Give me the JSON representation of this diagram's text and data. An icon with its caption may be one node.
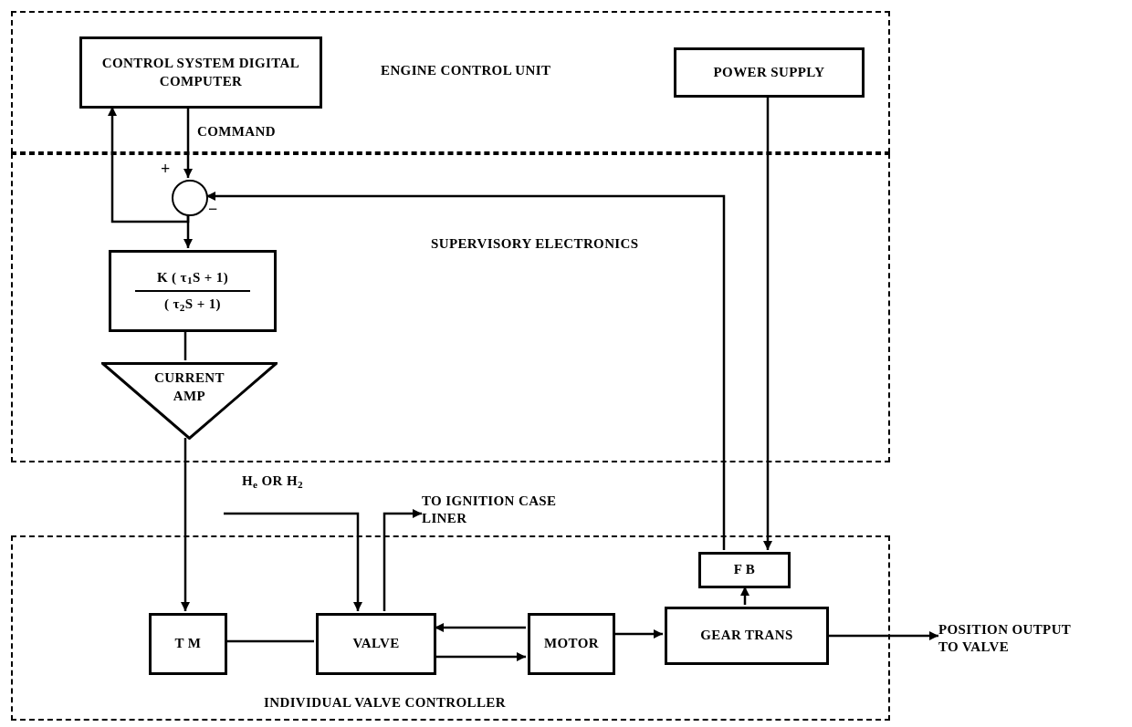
{
  "diagram": {
    "nodes": [
      {
        "text": [
          "ENGINE CONTROL UNIT"
        ]
      },
      {
        "text": [
          "SUPERVISORY ELECTRONICS"
        ]
      },
      {
        "text": [
          "INDIVIDUAL VALVE CONTROLLER"
        ]
      },
      {
        "text": [
          "CONTROL SYSTEM DIGITAL COMPUTER"
        ],
        "in": 0
      },
      {
        "text": [
          "POWER SUPPLY"
        ],
        "in": 0
      },
      {
        "text": [],
        "shape": "circle",
        "in": 1
      },
      {
        "text": [
          "K ( τ$_{1}$S + 1)",
          "( τ$_{2}$S + 1)"
        ],
        "in": 1
      },
      {
        "text": [
          "CURRENT AMP"
        ],
        "in": 1
      },
      {
        "text": [
          "T M"
        ],
        "in": 2
      },
      {
        "text": [
          "VALVE"
        ],
        "in": 2
      },
      {
        "text": [
          "MOTOR"
        ],
        "in": 2
      },
      {
        "text": [
          "GEAR TRANS"
        ],
        "in": 2
      },
      {
        "text": [
          "F B"
        ],
        "in": 2
      },
      {
        "text": [
          "H$_{e}$ OR H$_{2}$"
        ]
      },
      {
        "text": [
          "TO IGNITION CASE LINER"
        ]
      },
      {
        "text": [
          "POSITION OUTPUT TO VALVE"
        ]
      }
    ],
    "edges": [
      {
        "from": 3,
        "to": 5,
        "arrow": "to",
        "label": "COMMAND"
      },
      {
        "from": 5,
        "to": 6,
        "arrow": "to"
      },
      {
        "from": 5,
        "to": 3,
        "arrow": "to"
      },
      {
        "from": 6,
        "to": 7,
        "arrow": "none"
      },
      {
        "from": 7,
        "to": 8,
        "arrow": "to"
      },
      {
        "from": 13,
        "to": 9,
        "arrow": "to"
      },
      {
        "from": 9,
        "to": 14,
        "arrow": "to"
      },
      {
        "from": 8,
        "to": 9,
        "arrow": "none"
      },
      {
        "from": 10,
        "to": 9,
        "arrow": "to"
      },
      {
        "from": 9,
        "to": 10,
        "arrow": "to"
      },
      {
        "from": 10,
        "to": 11,
        "arrow": "to"
      },
      {
        "from": 11,
        "to": 12,
        "arrow": "to"
      },
      {
        "from": 4,
        "to": 12,
        "arrow": "to"
      },
      {
        "from": 12,
        "to": 5,
        "arrow": "to"
      },
      {
        "from": 11,
        "to": 15,
        "arrow": "to"
      }
    ],
    "labels": [
      "+",
      "−"
    ]
  }
}
